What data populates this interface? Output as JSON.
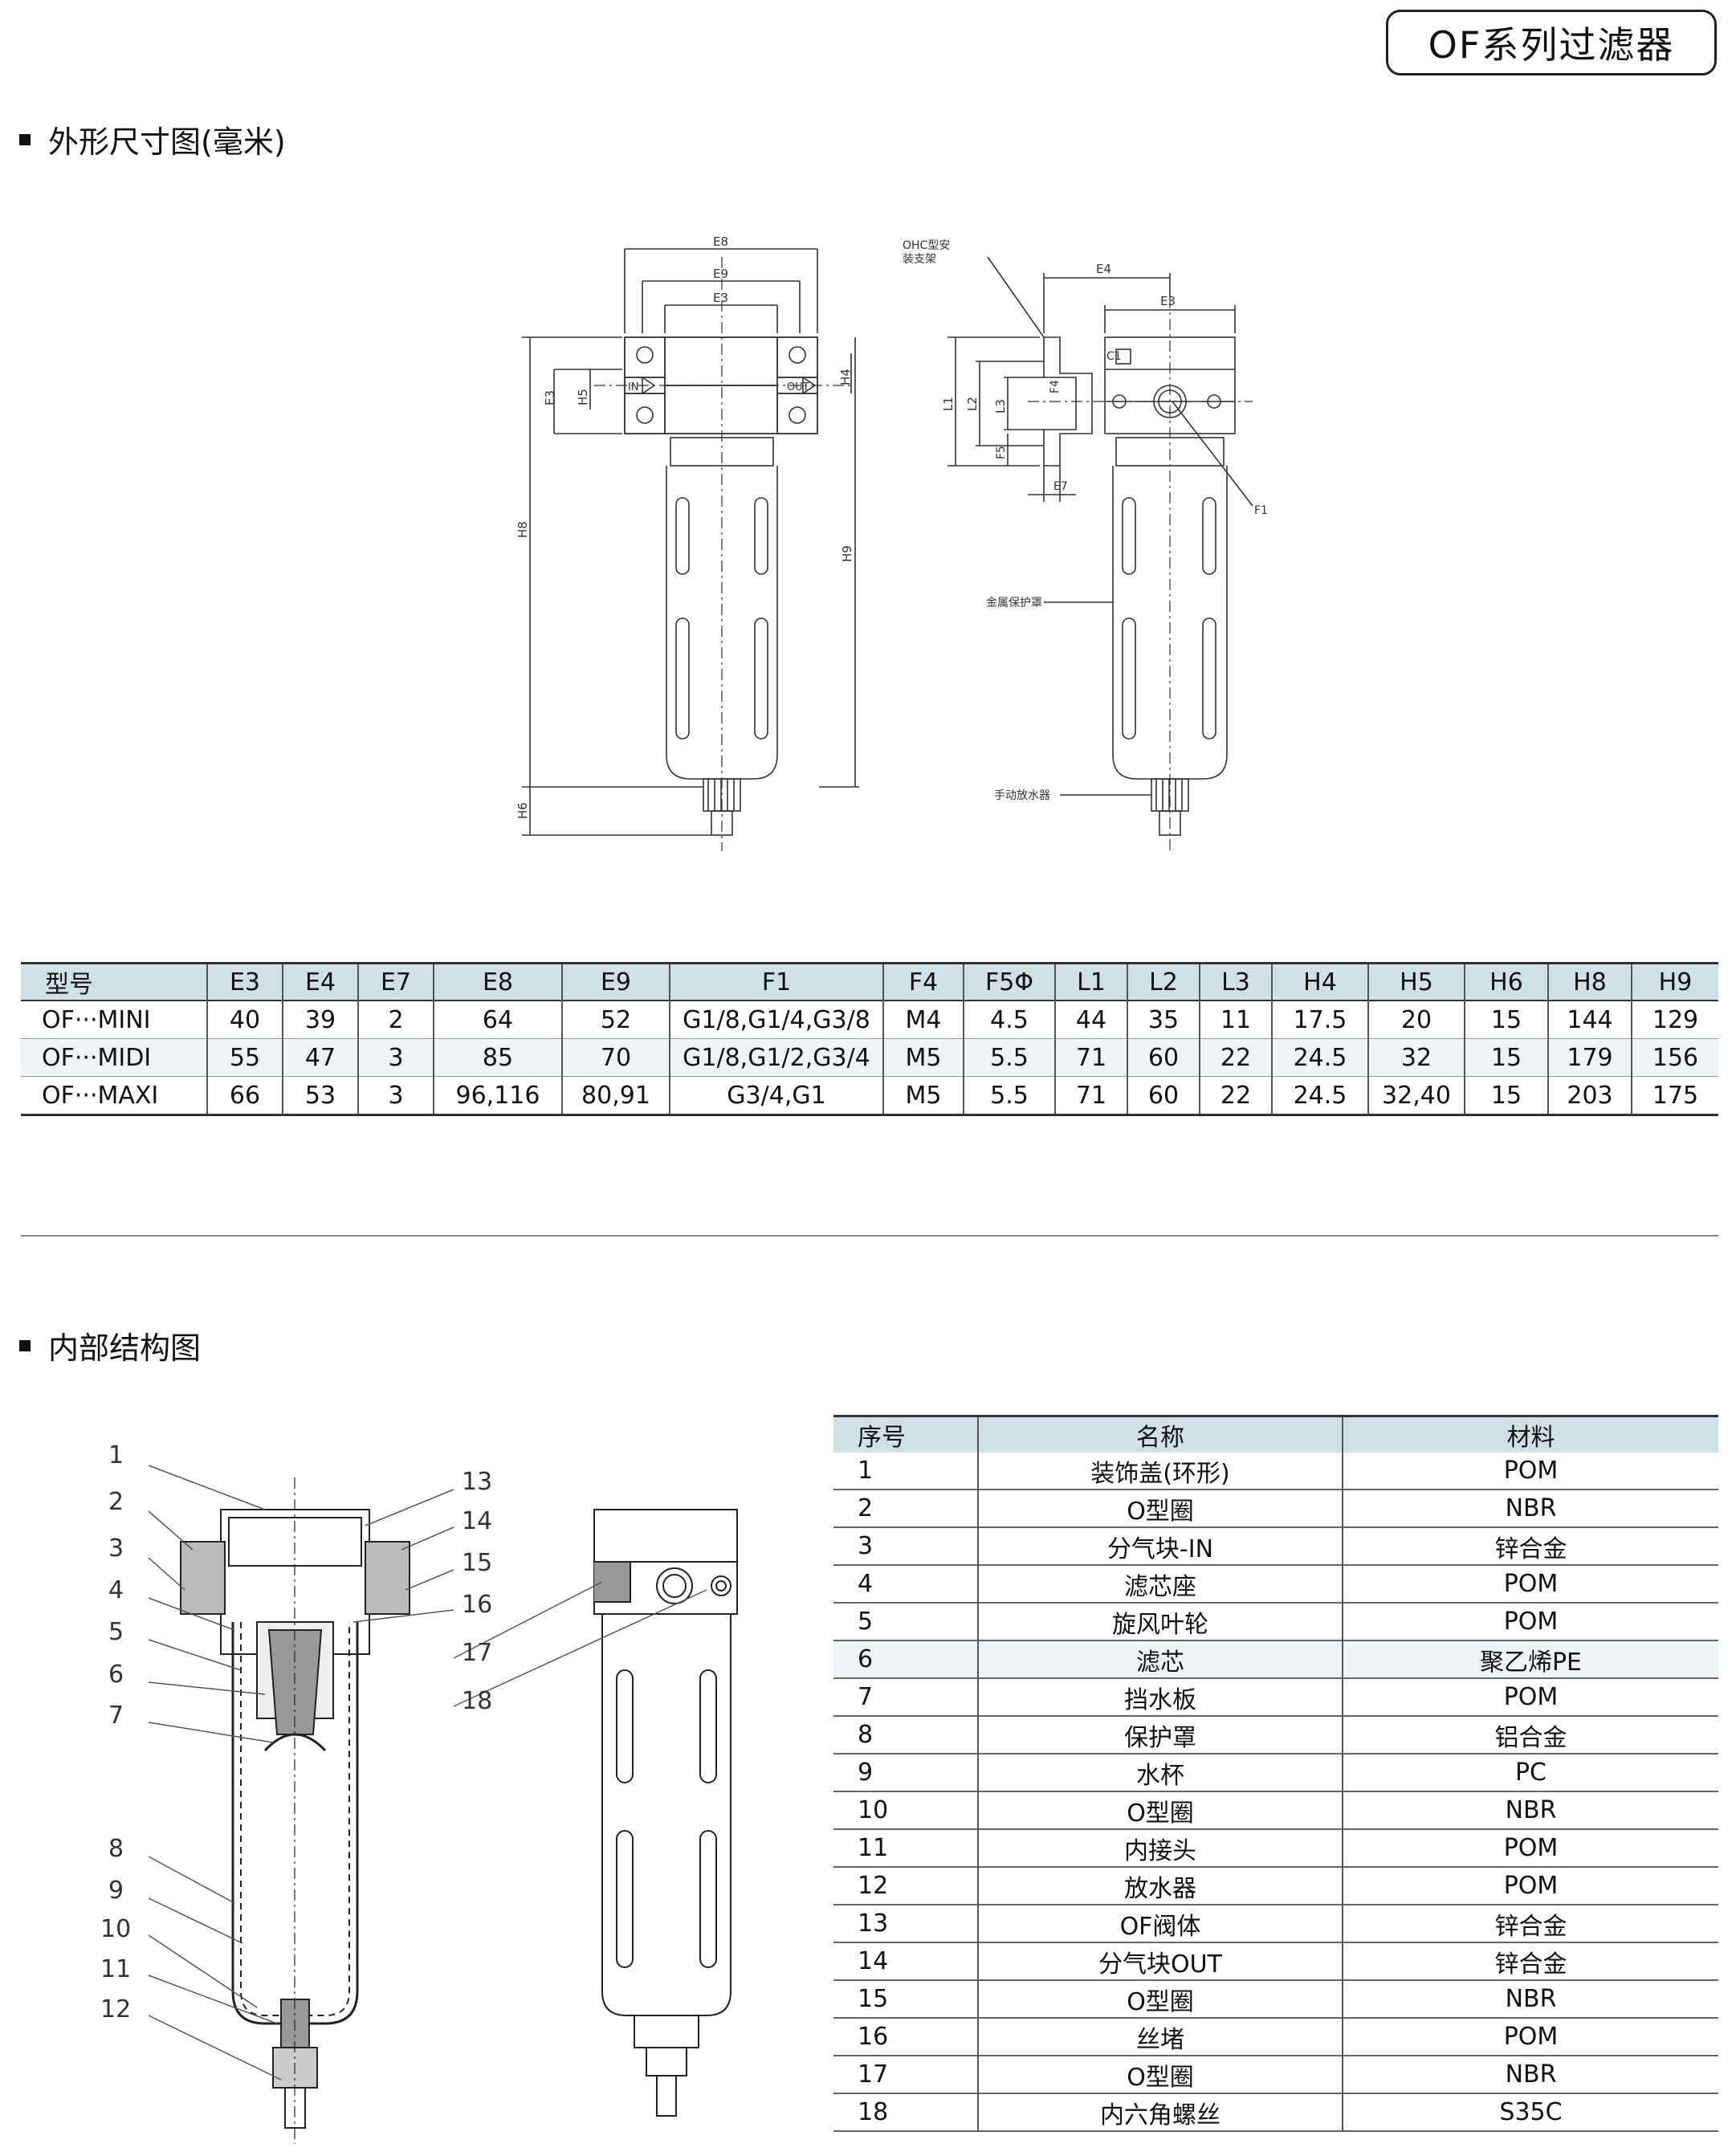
{
  "header": {
    "title": "OF系列过滤器"
  },
  "sections": {
    "dimensions": "外形尺寸图(毫米)",
    "structure": "内部结构图"
  },
  "drawing_labels": {
    "front": {
      "e8": "E8",
      "e9": "E9",
      "e3_top": "E3",
      "e3_side": "E3",
      "h5": "H5",
      "h4": "H4",
      "h8": "H8",
      "h9": "H9",
      "h6": "H6",
      "in": "IN",
      "out": "OUT"
    },
    "side": {
      "ohc1": "OHC型安",
      "ohc2": "装支架",
      "e4": "E4",
      "e3": "E3",
      "c1": "C1",
      "l1": "L1",
      "l2": "L2",
      "l3": "L3",
      "f4": "F4",
      "f5": "F5",
      "e7": "E7",
      "f1": "F1",
      "guard": "金属保护罩",
      "drain": "手动放水器"
    }
  },
  "dimension_table": {
    "headers": [
      "型号",
      "E3",
      "E4",
      "E7",
      "E8",
      "E9",
      "F1",
      "F4",
      "F5Φ",
      "L1",
      "L2",
      "L3",
      "H4",
      "H5",
      "H6",
      "H8",
      "H9"
    ],
    "rows": [
      [
        "OF···MINI",
        "40",
        "39",
        "2",
        "64",
        "52",
        "G1/8,G1/4,G3/8",
        "M4",
        "4.5",
        "44",
        "35",
        "11",
        "17.5",
        "20",
        "15",
        "144",
        "129"
      ],
      [
        "OF···MIDI",
        "55",
        "47",
        "3",
        "85",
        "70",
        "G1/8,G1/2,G3/4",
        "M5",
        "5.5",
        "71",
        "60",
        "22",
        "24.5",
        "32",
        "15",
        "179",
        "156"
      ],
      [
        "OF···MAXI",
        "66",
        "53",
        "3",
        "96,116",
        "80,91",
        "G3/4,G1",
        "M5",
        "5.5",
        "71",
        "60",
        "22",
        "24.5",
        "32,40",
        "15",
        "203",
        "175"
      ]
    ]
  },
  "callouts": [
    "1",
    "2",
    "3",
    "4",
    "5",
    "6",
    "7",
    "8",
    "9",
    "10",
    "11",
    "12",
    "13",
    "14",
    "15",
    "16",
    "17",
    "18"
  ],
  "parts_table": {
    "headers": [
      "序号",
      "名称",
      "材料"
    ],
    "rows": [
      [
        "1",
        "装饰盖(环形)",
        "POM"
      ],
      [
        "2",
        "O型圈",
        "NBR"
      ],
      [
        "3",
        "分气块-IN",
        "锌合金"
      ],
      [
        "4",
        "滤芯座",
        "POM"
      ],
      [
        "5",
        "旋风叶轮",
        "POM"
      ],
      [
        "6",
        "滤芯",
        "聚乙烯PE"
      ],
      [
        "7",
        "挡水板",
        "POM"
      ],
      [
        "8",
        "保护罩",
        "铝合金"
      ],
      [
        "9",
        "水杯",
        "PC"
      ],
      [
        "10",
        "O型圈",
        "NBR"
      ],
      [
        "11",
        "内接头",
        "POM"
      ],
      [
        "12",
        "放水器",
        "POM"
      ],
      [
        "13",
        "OF阀体",
        "锌合金"
      ],
      [
        "14",
        "分气块OUT",
        "锌合金"
      ],
      [
        "15",
        "O型圈",
        "NBR"
      ],
      [
        "16",
        "丝堵",
        "POM"
      ],
      [
        "17",
        "O型圈",
        "NBR"
      ],
      [
        "18",
        "内六角螺丝",
        "S35C"
      ]
    ]
  }
}
